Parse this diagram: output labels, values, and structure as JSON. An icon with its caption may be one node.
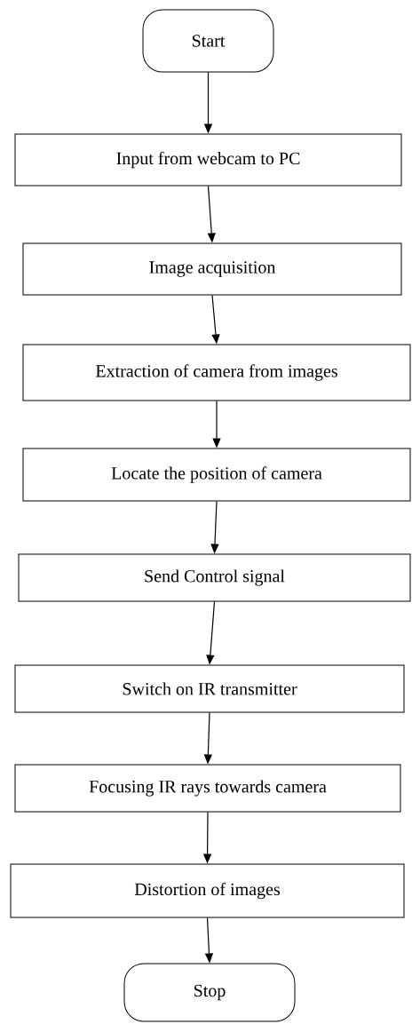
{
  "diagram": {
    "nodes": [
      {
        "text": [
          "Start"
        ]
      },
      {
        "text": [
          "Input from webcam to PC"
        ]
      },
      {
        "text": [
          "Image acquisition"
        ]
      },
      {
        "text": [
          "Extraction of camera from images"
        ]
      },
      {
        "text": [
          "Locate the position of camera"
        ]
      },
      {
        "text": [
          "Send Control signal"
        ]
      },
      {
        "text": [
          "Switch on IR transmitter"
        ]
      },
      {
        "text": [
          "Focusing IR rays towards camera"
        ]
      },
      {
        "text": [
          "Distortion of images"
        ]
      },
      {
        "text": [
          "Stop"
        ]
      }
    ],
    "edges": [
      {
        "from": 0,
        "to": 1,
        "arrow": "to"
      },
      {
        "from": 1,
        "to": 2,
        "arrow": "to"
      },
      {
        "from": 2,
        "to": 3,
        "arrow": "to"
      },
      {
        "from": 3,
        "to": 4,
        "arrow": "to"
      },
      {
        "from": 4,
        "to": 5,
        "arrow": "to"
      },
      {
        "from": 5,
        "to": 6,
        "arrow": "to"
      },
      {
        "from": 6,
        "to": 7,
        "arrow": "to"
      },
      {
        "from": 7,
        "to": 8,
        "arrow": "to"
      },
      {
        "from": 8,
        "to": 9,
        "arrow": "to"
      }
    ]
  }
}
